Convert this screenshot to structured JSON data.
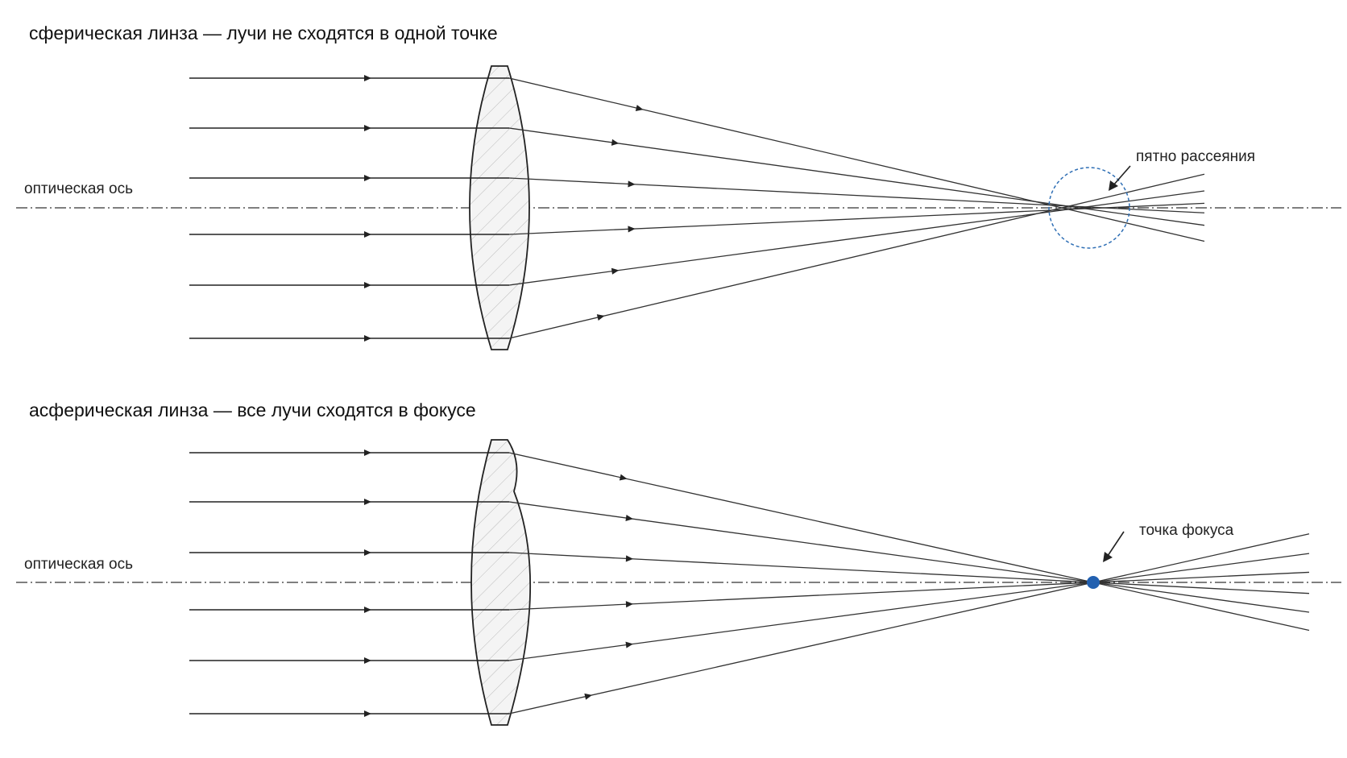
{
  "panels": {
    "spherical": {
      "title": "сферическая линза — лучи не сходятся в одной точке",
      "axis_label": "оптическая ось",
      "callout": "пятно рассеяния"
    },
    "aspherical": {
      "title": "асферическая линза — все лучи сходятся в фокусе",
      "axis_label": "оптическая ось",
      "callout": "точка фокуса"
    }
  },
  "colors": {
    "ray": "#222222",
    "spot_circle": "#2f6fb5",
    "focus_point": "#2260b0",
    "lens_hatch": "#bbbbbb"
  }
}
